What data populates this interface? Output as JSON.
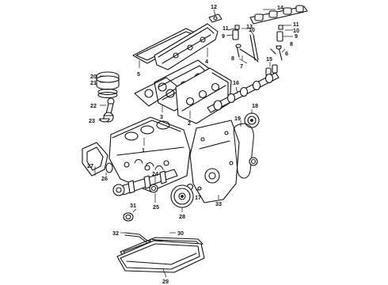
{
  "diagram": {
    "callouts": [
      {
        "key": "n1",
        "text": "1"
      },
      {
        "key": "n2",
        "text": "2"
      },
      {
        "key": "n3",
        "text": "3"
      },
      {
        "key": "n4",
        "text": "4"
      },
      {
        "key": "n5",
        "text": "5"
      },
      {
        "key": "n6",
        "text": "6"
      },
      {
        "key": "n7",
        "text": "7"
      },
      {
        "key": "n8",
        "text": "8"
      },
      {
        "key": "n9",
        "text": "9"
      },
      {
        "key": "n10",
        "text": "10"
      },
      {
        "key": "n11",
        "text": "11"
      },
      {
        "key": "n12",
        "text": "12"
      },
      {
        "key": "n13",
        "text": "13"
      },
      {
        "key": "n14",
        "text": "14"
      },
      {
        "key": "n15",
        "text": "15"
      },
      {
        "key": "n16",
        "text": "16"
      },
      {
        "key": "n17",
        "text": "17"
      },
      {
        "key": "n18",
        "text": "18"
      },
      {
        "key": "n19",
        "text": "19"
      },
      {
        "key": "n20",
        "text": "20"
      },
      {
        "key": "n21",
        "text": "21"
      },
      {
        "key": "n22",
        "text": "22"
      },
      {
        "key": "n23",
        "text": "23"
      },
      {
        "key": "n24",
        "text": "24"
      },
      {
        "key": "n25",
        "text": "25"
      },
      {
        "key": "n26",
        "text": "26"
      },
      {
        "key": "n27",
        "text": "27"
      },
      {
        "key": "n28",
        "text": "28"
      },
      {
        "key": "n29",
        "text": "29"
      },
      {
        "key": "n30",
        "text": "30"
      },
      {
        "key": "n31",
        "text": "31"
      },
      {
        "key": "n32",
        "text": "32"
      },
      {
        "key": "n33",
        "text": "33"
      }
    ]
  }
}
